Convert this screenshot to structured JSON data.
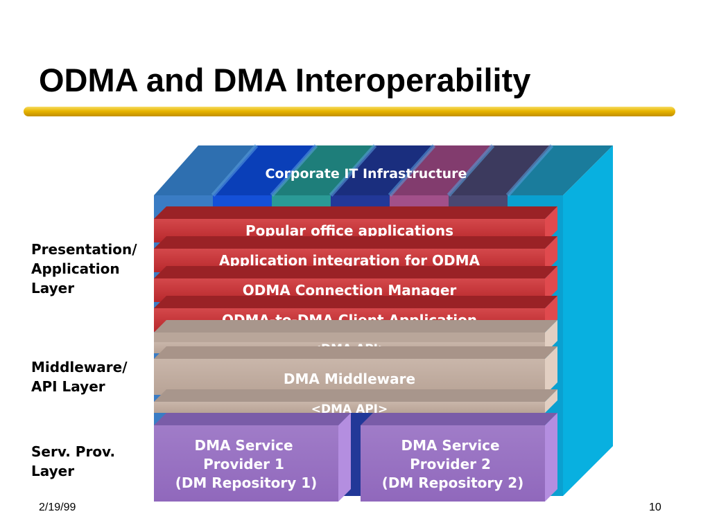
{
  "slide": {
    "title": "ODMA and DMA Interoperability",
    "date": "2/19/99",
    "page_number": "10"
  },
  "layers": [
    {
      "label": "Presentation/\nApplication\nLayer"
    },
    {
      "label": "Middleware/\nAPI Layer"
    },
    {
      "label": "Serv. Prov.\nLayer"
    }
  ],
  "diagram": {
    "infrastructure_label": "Corporate IT Infrastructure",
    "application_bars": [
      "Popular office applications",
      "Application integration for ODMA",
      "ODMA Connection Manager",
      "ODMA-to-DMA Client Application"
    ],
    "api_top": "<DMA API>",
    "middleware": "DMA Middleware",
    "api_bottom": "<DMA API>",
    "providers": [
      {
        "line1": "DMA Service",
        "line2": "Provider 1",
        "line3": "(DM Repository 1)"
      },
      {
        "line1": "DMA Service",
        "line2": "Provider 2",
        "line3": "(DM Repository 2)"
      }
    ]
  },
  "colors": {
    "title_bar": "#e8b500",
    "application_bar": "#c8383c",
    "middleware": "#c0aca0",
    "provider": "#9a74c4",
    "infrastructure_side": "#08b0e0"
  }
}
